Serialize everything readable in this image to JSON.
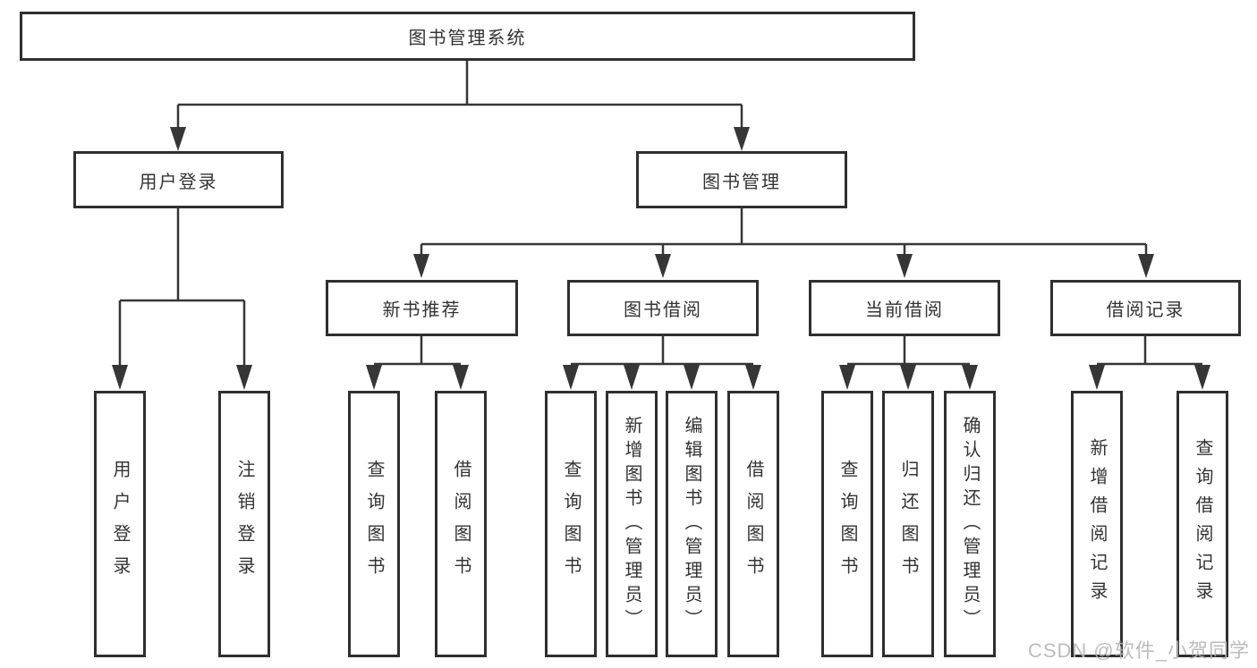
{
  "diagram": {
    "root": {
      "label": "图书管理系统"
    },
    "branches": [
      {
        "label": "用户登录",
        "leaves": [
          "用户登录",
          "注销登录"
        ]
      },
      {
        "label": "图书管理",
        "sections": [
          {
            "label": "新书推荐",
            "leaves": [
              "查询图书",
              "借阅图书"
            ]
          },
          {
            "label": "图书借阅",
            "leaves": [
              "查询图书",
              "新增图书（管理员）",
              "编辑图书（管理员）",
              "借阅图书"
            ]
          },
          {
            "label": "当前借阅",
            "leaves": [
              "查询图书",
              "归还图书",
              "确认归还（管理员）"
            ]
          },
          {
            "label": "借阅记录",
            "leaves": [
              "新增借阅记录",
              "查询借阅记录"
            ]
          }
        ]
      }
    ]
  },
  "watermark": {
    "text": "CSDN @软件_小贺同学"
  },
  "colors": {
    "line": "#363636",
    "box_border": "#2f2f2f",
    "text": "#333333",
    "background": "#ffffff",
    "watermark_text": "#b5b5b5"
  }
}
